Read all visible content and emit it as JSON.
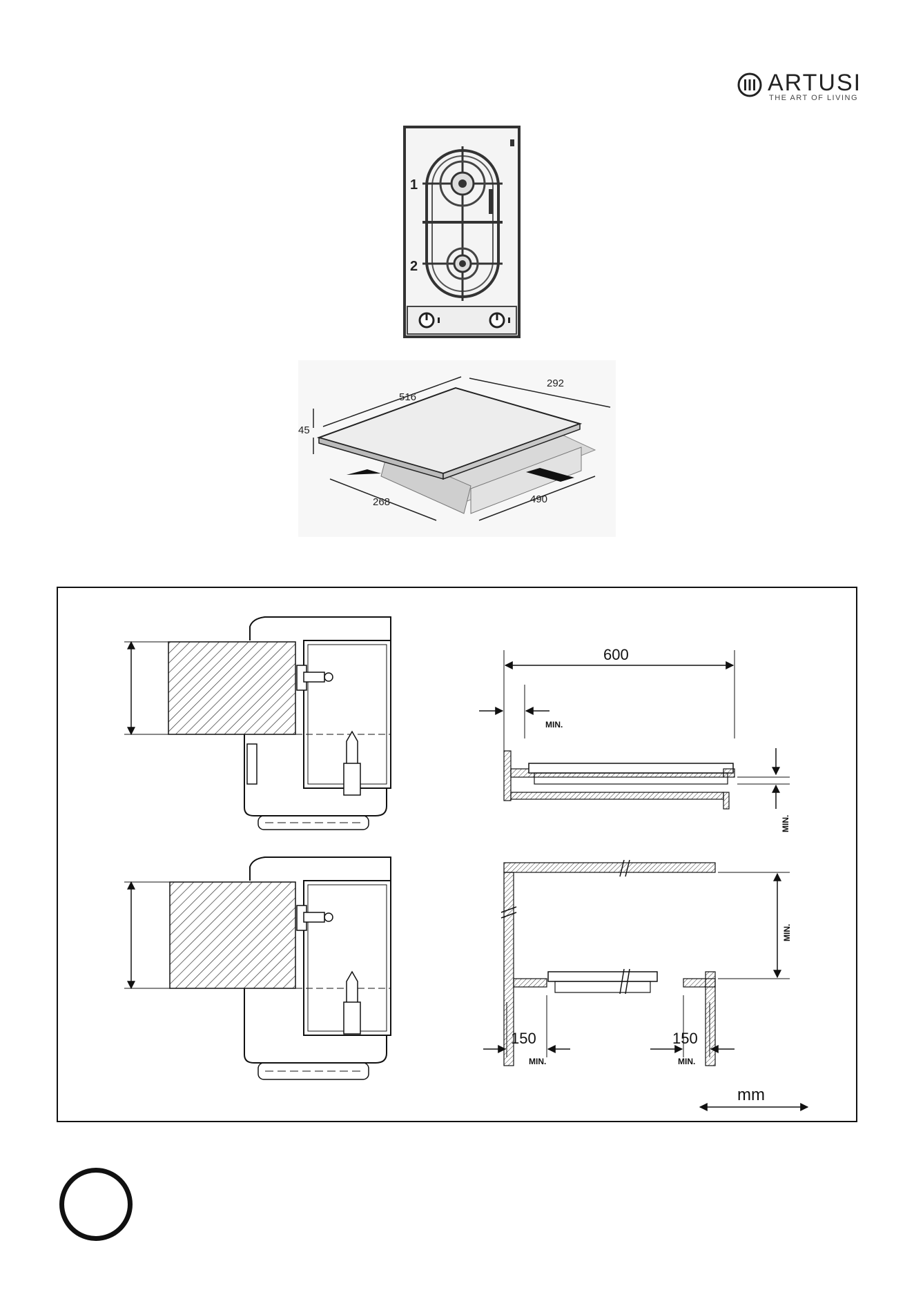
{
  "brand": {
    "name": "ARTUSI",
    "tagline": "THE ART OF LIVING",
    "mark": "bars-in-circle-logo"
  },
  "hob_top_view": {
    "burner_1_label": "1",
    "burner_2_label": "2"
  },
  "hob_dimensions": {
    "width": "516",
    "depth": "292",
    "height": "45",
    "cutout_depth": "268",
    "cutout_width": "490"
  },
  "installation": {
    "clearance_width": "600",
    "min_label": "MIN.",
    "side_clearance_left": "150",
    "side_clearance_right": "150",
    "unit_label": "mm"
  },
  "colors": {
    "line": "#111111",
    "hatch": "#333333",
    "shade": "#d9d9d9"
  }
}
